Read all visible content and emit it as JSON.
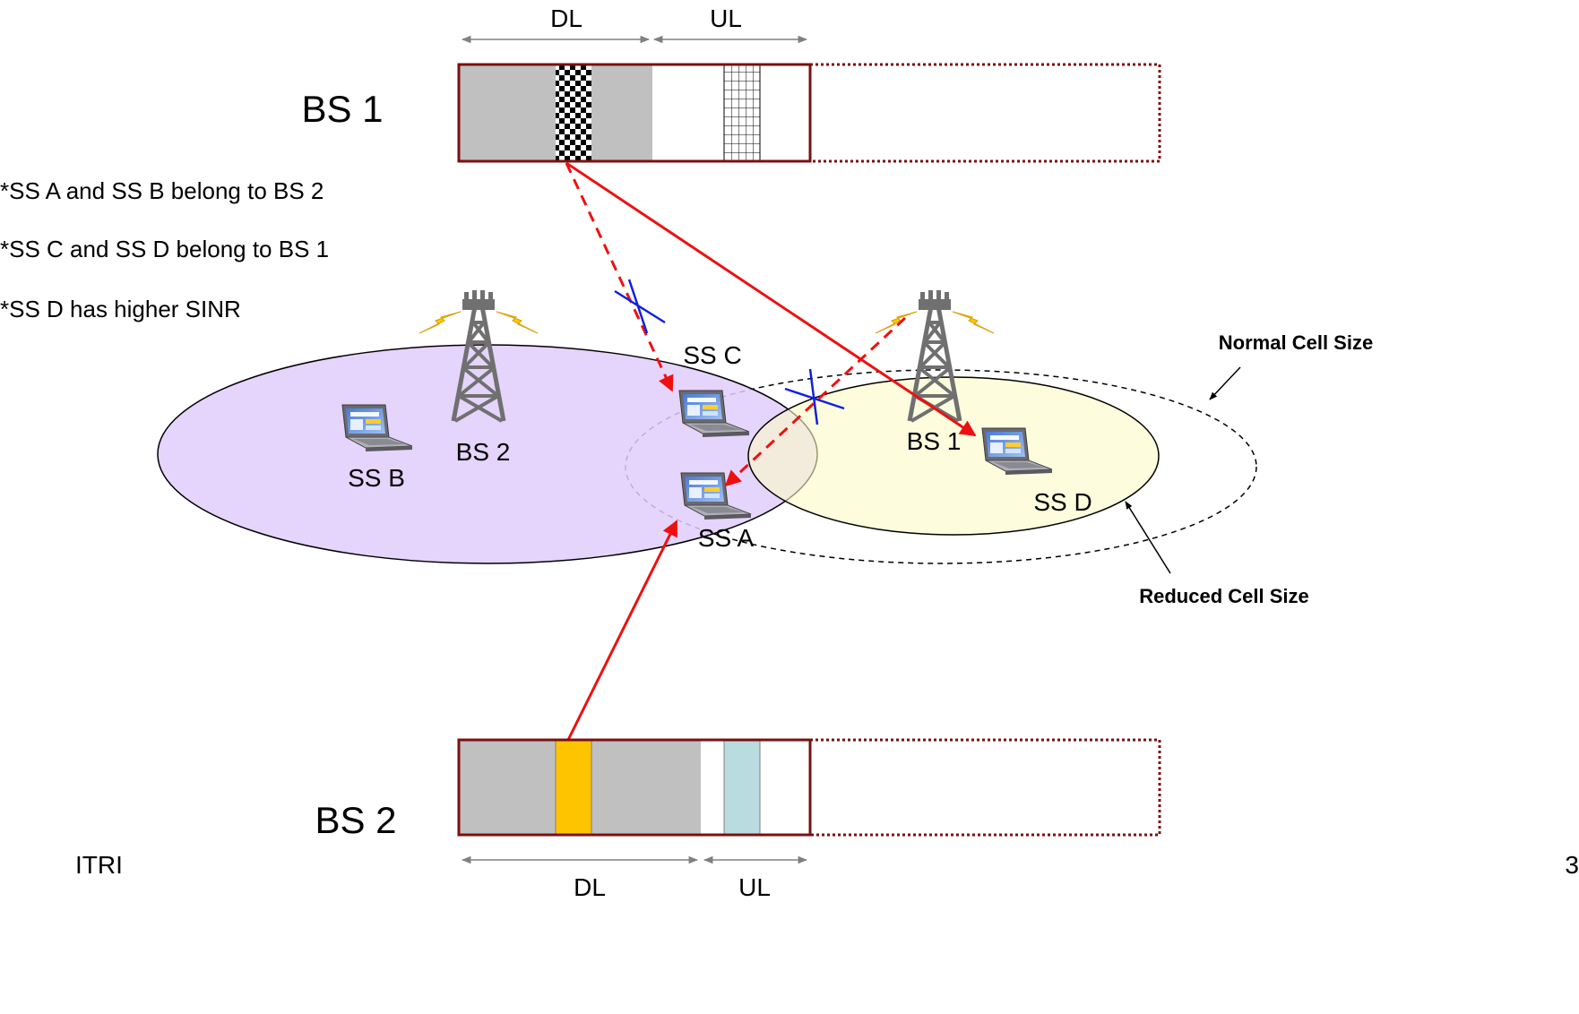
{
  "frames": {
    "bs1": {
      "label": "BS 1",
      "dl_label": "DL",
      "ul_label": "UL"
    },
    "bs2": {
      "label": "BS 2",
      "dl_label": "DL",
      "ul_label": "UL"
    }
  },
  "notes": [
    "*SS A and SS B belong to BS 2",
    "*SS C and SS D belong to BS 1",
    "*SS D has higher SINR"
  ],
  "towers": {
    "bs2": {
      "label": "BS 2"
    },
    "bs1": {
      "label": "BS 1"
    }
  },
  "stations": {
    "ss_a": "SS A",
    "ss_b": "SS B",
    "ss_c": "SS C",
    "ss_d": "SS D"
  },
  "callouts": {
    "normal": "Normal Cell Size",
    "reduced": "Reduced Cell Size"
  },
  "footer": {
    "org": "ITRI",
    "page": "3"
  },
  "colors": {
    "frame_border": "#7a1010",
    "dl_fill": "#c0c0c0",
    "bs2_burst": "#ffc400",
    "bs2_ul_burst": "#b8dce0",
    "bs2_cell": "#e0ccfa",
    "bs1_cell": "#fcfcc8",
    "signal": "#ee1010",
    "blocked": "#1020e0"
  }
}
